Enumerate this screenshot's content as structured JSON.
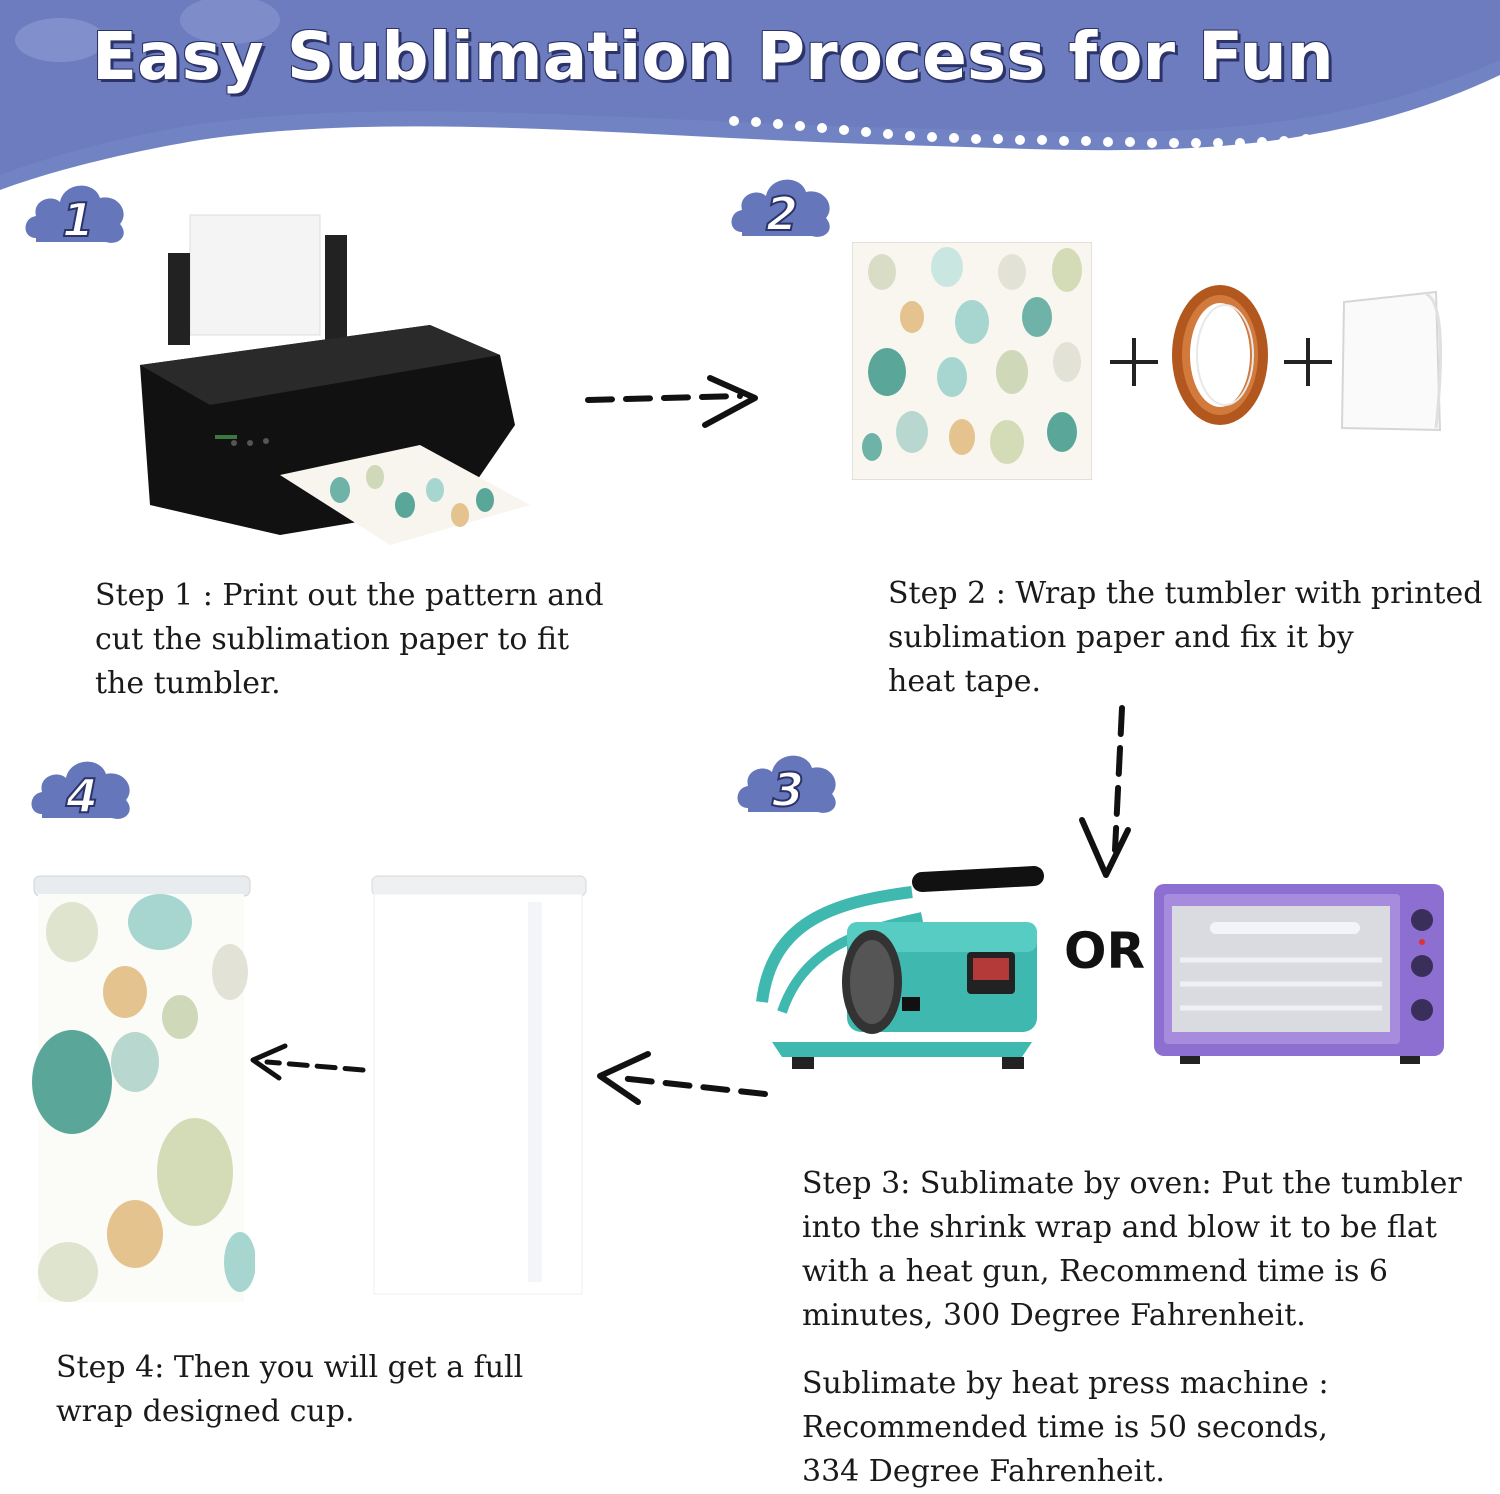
{
  "header": {
    "title": "Easy Sublimation Process for Fun",
    "color": "#7283c4"
  },
  "badges": {
    "one": "1",
    "two": "2",
    "three": "3",
    "four": "4"
  },
  "steps": {
    "step1": "Step 1 : Print out the pattern and\ncut the sublimation paper to fit\nthe tumbler.",
    "step2": "Step 2 : Wrap the tumbler with printed\nsublimation paper and fix it by\nheat tape.",
    "step3_oven": "Step 3: Sublimate by oven: Put the tumbler\ninto the shrink wrap and blow it to be flat\nwith a heat gun, Recommend time is 6\nminutes, 300 Degree Fahrenheit.",
    "step3_press": "Sublimate by heat press machine :\nRecommended time is 50 seconds,\n334 Degree Fahrenheit.",
    "step4": "Step 4: Then you will get a full\nwrap designed cup."
  },
  "labels": {
    "or": "OR",
    "plus": "+"
  },
  "icons": {
    "printer": "printer-icon",
    "pattern": "egg-pattern-paper",
    "tape": "heat-tape-roll",
    "shrink": "shrink-wrap-sleeve",
    "press": "tumbler-heat-press",
    "oven": "toaster-oven",
    "cup_printed": "printed-tumbler",
    "cup_blank": "blank-tumbler"
  }
}
